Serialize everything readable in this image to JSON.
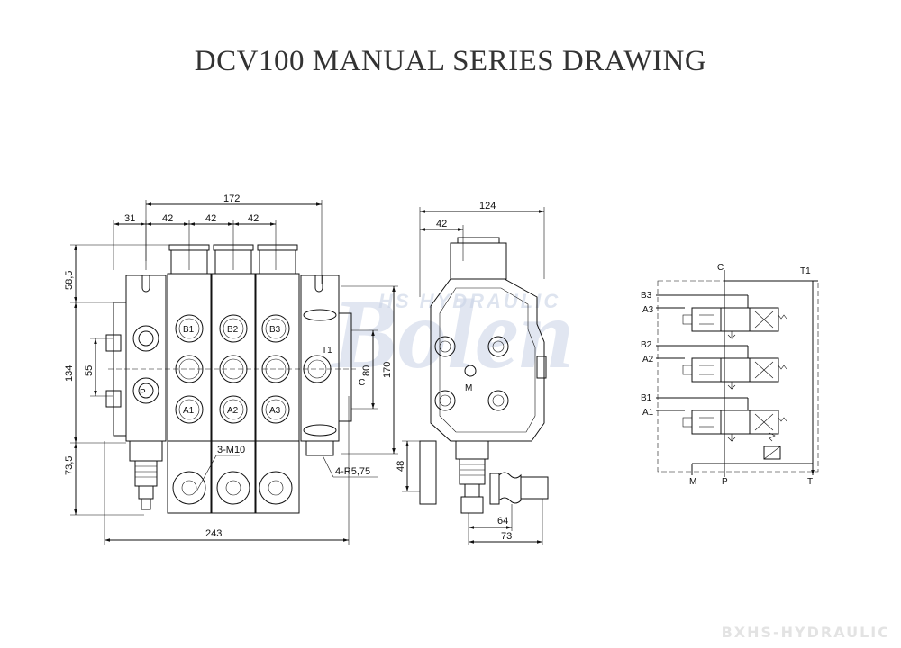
{
  "title": "DCV100 MANUAL SERIES DRAWING",
  "watermark": {
    "brand": "Bolen",
    "sub": "HS HYDRAULIC",
    "footer": "BXHS-HYDRAULIC"
  },
  "front_view": {
    "dims_top": [
      "172",
      "31",
      "42",
      "42",
      "42"
    ],
    "dims_left": [
      "58,5",
      "134",
      "55",
      "73,5"
    ],
    "dim_bottom": "243",
    "dims_right": [
      "80",
      "170"
    ],
    "callouts": [
      "3-M10",
      "4-R5,75"
    ],
    "ports": {
      "P": "P",
      "T1": "T1",
      "C": "C",
      "B": [
        "B1",
        "B2",
        "B3"
      ],
      "A": [
        "A1",
        "A2",
        "A3"
      ]
    }
  },
  "side_view": {
    "dims_top": [
      "124",
      "42"
    ],
    "dim_left": "48",
    "dims_bottom": [
      "64",
      "73"
    ],
    "port_M": "M"
  },
  "schematic": {
    "top_labels": [
      "C",
      "T1"
    ],
    "left_labels": [
      "B3",
      "A3",
      "B2",
      "A2",
      "B1",
      "A1"
    ],
    "bottom_labels": [
      "M",
      "P",
      "T"
    ]
  },
  "colors": {
    "line": "#111111",
    "title": "#333333",
    "watermark": "#c9d3e6"
  }
}
